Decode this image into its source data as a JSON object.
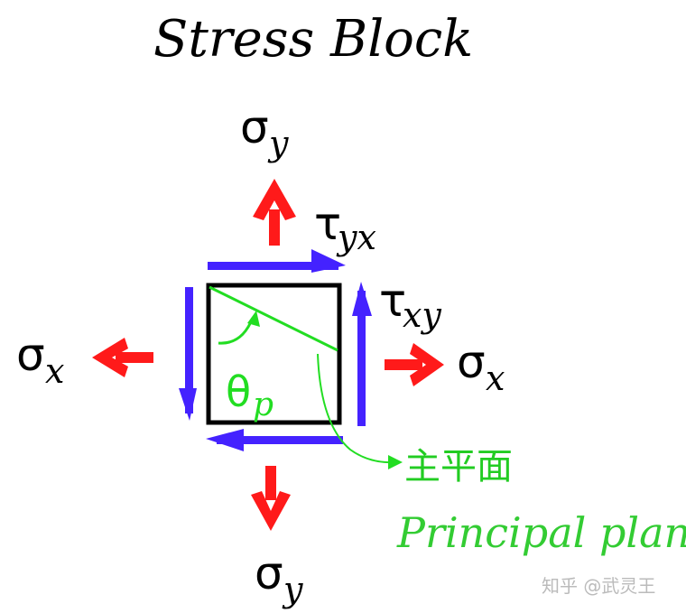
{
  "title": "Stress Block",
  "labels": {
    "sigma": "σ",
    "tau": "τ",
    "theta": "θ",
    "sub_y": "y",
    "sub_x": "x",
    "sub_yx": "yx",
    "sub_xy": "xy",
    "sub_p": "p"
  },
  "principal_plane_cn": "主平面",
  "principal_plane_en": "Principal plane",
  "watermark": "知乎 @武灵王",
  "colors": {
    "normal_stress_arrows": "#ff1a1a",
    "shear_arrows": "#4422ff",
    "principal_plane": "#22dd22",
    "block": "#000000"
  },
  "icons": [
    "up-arrow-icon",
    "down-arrow-icon",
    "left-arrow-icon",
    "right-arrow-icon"
  ]
}
